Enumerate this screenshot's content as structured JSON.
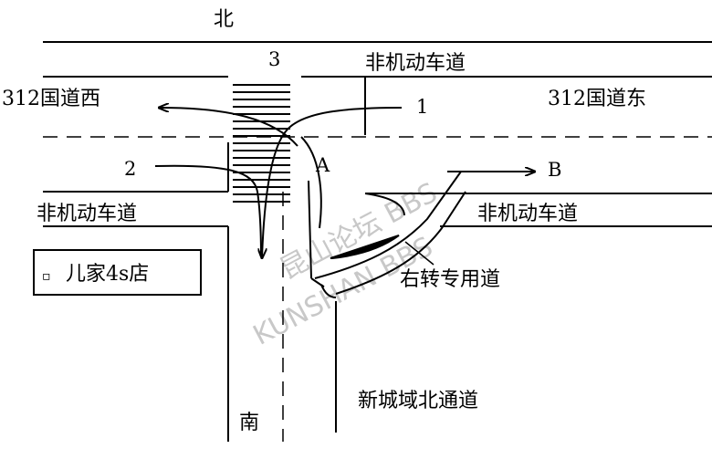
{
  "labels": {
    "north": "北",
    "south": "南",
    "nonmotor_north": "非机动车道",
    "nonmotor_west": "非机动车道",
    "nonmotor_east": "非机动车道",
    "road_west": "312国道西",
    "road_east": "312国道东",
    "right_turn_lane": "右转专用道",
    "xincheng_road": "新城域北通道",
    "shop": "儿家4s店",
    "shop_icon": "▫",
    "marker_a": "A",
    "marker_b": "B",
    "route_1": "1",
    "route_2": "2",
    "route_3": "3"
  },
  "watermark": {
    "line1": "昆山论坛 BBS",
    "line2": "KUNSHAN BBS"
  }
}
